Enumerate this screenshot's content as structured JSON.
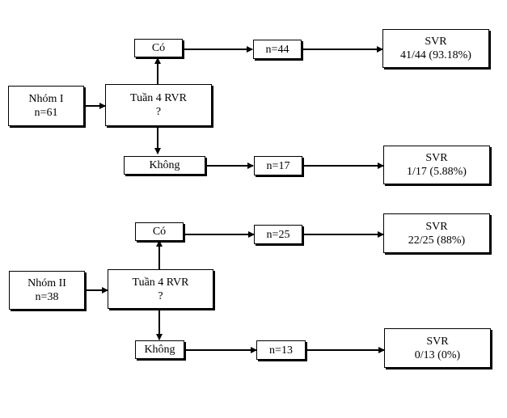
{
  "groups": [
    {
      "group": {
        "line1": "Nhóm I",
        "line2": "n=61"
      },
      "question": {
        "line1": "Tuần 4 RVR",
        "line2": "?"
      },
      "yes": {
        "label": "Có",
        "count": "n=44",
        "svr_label": "SVR",
        "svr_value": "41/44 (93.18%)"
      },
      "no": {
        "label": "Không",
        "count": "n=17",
        "svr_label": "SVR",
        "svr_value": "1/17 (5.88%)"
      }
    },
    {
      "group": {
        "line1": "Nhóm II",
        "line2": "n=38"
      },
      "question": {
        "line1": "Tuần 4 RVR",
        "line2": "?"
      },
      "yes": {
        "label": "Có",
        "count": "n=25",
        "svr_label": "SVR",
        "svr_value": "22/25 (88%)"
      },
      "no": {
        "label": "Không",
        "count": "n=13",
        "svr_label": "SVR",
        "svr_value": "0/13 (0%)"
      }
    }
  ]
}
